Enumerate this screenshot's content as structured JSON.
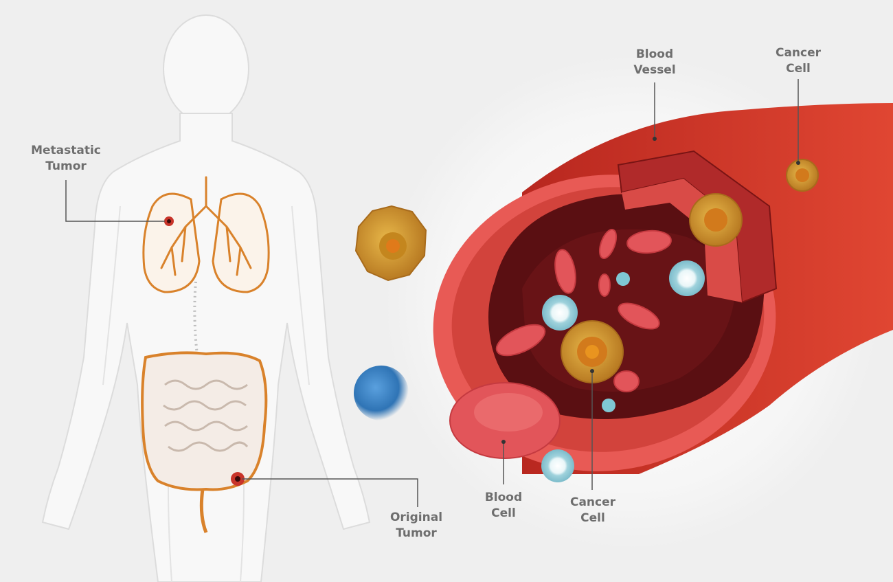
{
  "labels": {
    "metastatic_tumor": [
      "Metastatic",
      "Tumor"
    ],
    "original_tumor": [
      "Original",
      "Tumor"
    ],
    "blood_vessel": [
      "Blood",
      "Vessel"
    ],
    "cancer_cell_top": [
      "Cancer",
      "Cell"
    ],
    "blood_cell": [
      "Blood",
      "Cell"
    ],
    "cancer_cell_bottom": [
      "Cancer",
      "Cell"
    ]
  },
  "colors": {
    "background": "#efefef",
    "body_silhouette": "#f8f8f8",
    "organ_outline": "#d9822b",
    "vessel_wall": "#c8342a",
    "vessel_interior": "#5a0f12",
    "red_blood_cell": "#e2555a",
    "cancer_cell": "#d49a2e",
    "white_cell": "#9fd2dc",
    "blue_cell": "#2f74b5",
    "label_text": "#6e6e6e",
    "leader_line": "#555555"
  }
}
